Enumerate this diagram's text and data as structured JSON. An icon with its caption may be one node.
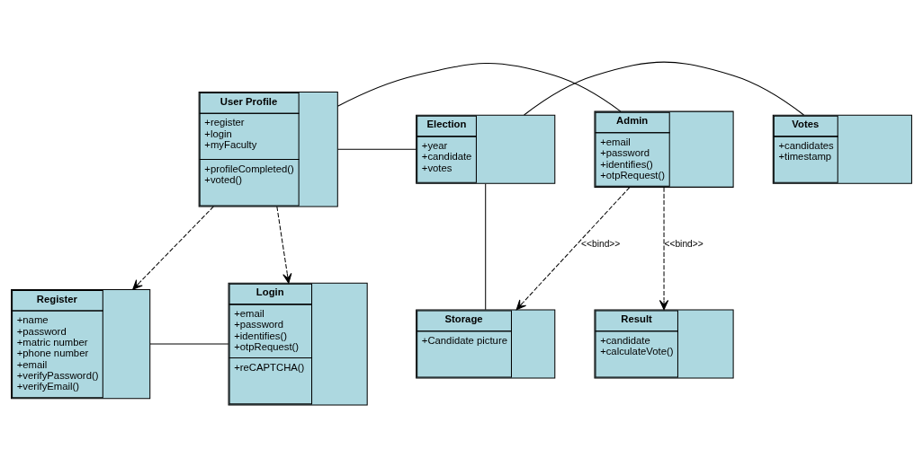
{
  "diagram": {
    "nodes": [
      {
        "text": [
          "User Profile",
          "+register +login +myFaculty",
          "+profileCompleted() +voted()"
        ]
      },
      {
        "text": [
          "Election",
          "+year +candidate +votes"
        ]
      },
      {
        "text": [
          "Votes",
          "+candidates +timestamp"
        ]
      },
      {
        "text": [
          "Admin",
          "+email +password +identifies() +otpRequest()"
        ]
      },
      {
        "text": [
          "Register",
          "+name +password +matric number +phone number +email +verifyPassword() +verifyEmail()"
        ]
      },
      {
        "text": [
          "Login",
          "+email +password +identifies() +otpRequest()",
          "+reCAPTCHA()"
        ]
      },
      {
        "text": [
          "Storage",
          "+Candidate picture"
        ]
      },
      {
        "text": [
          "Result",
          "+candidate +calculateVote()"
        ]
      }
    ],
    "edges": [
      {
        "from": 0,
        "to": 1,
        "arrow": "none"
      },
      {
        "from": 1,
        "to": 2,
        "arrow": "none"
      },
      {
        "from": 0,
        "to": 3,
        "arrow": "none"
      },
      {
        "from": 0,
        "to": 4,
        "arrow": "to",
        "style": "dashed"
      },
      {
        "from": 0,
        "to": 5,
        "arrow": "to",
        "style": "dashed"
      },
      {
        "from": 1,
        "to": 6,
        "arrow": "none"
      },
      {
        "from": 4,
        "to": 5,
        "arrow": "none"
      },
      {
        "from": 3,
        "to": 6,
        "arrow": "to",
        "style": "dashed",
        "label": "<<bind>>"
      },
      {
        "from": 3,
        "to": 7,
        "arrow": "to",
        "style": "dashed",
        "label": "<<bind>>"
      }
    ]
  }
}
